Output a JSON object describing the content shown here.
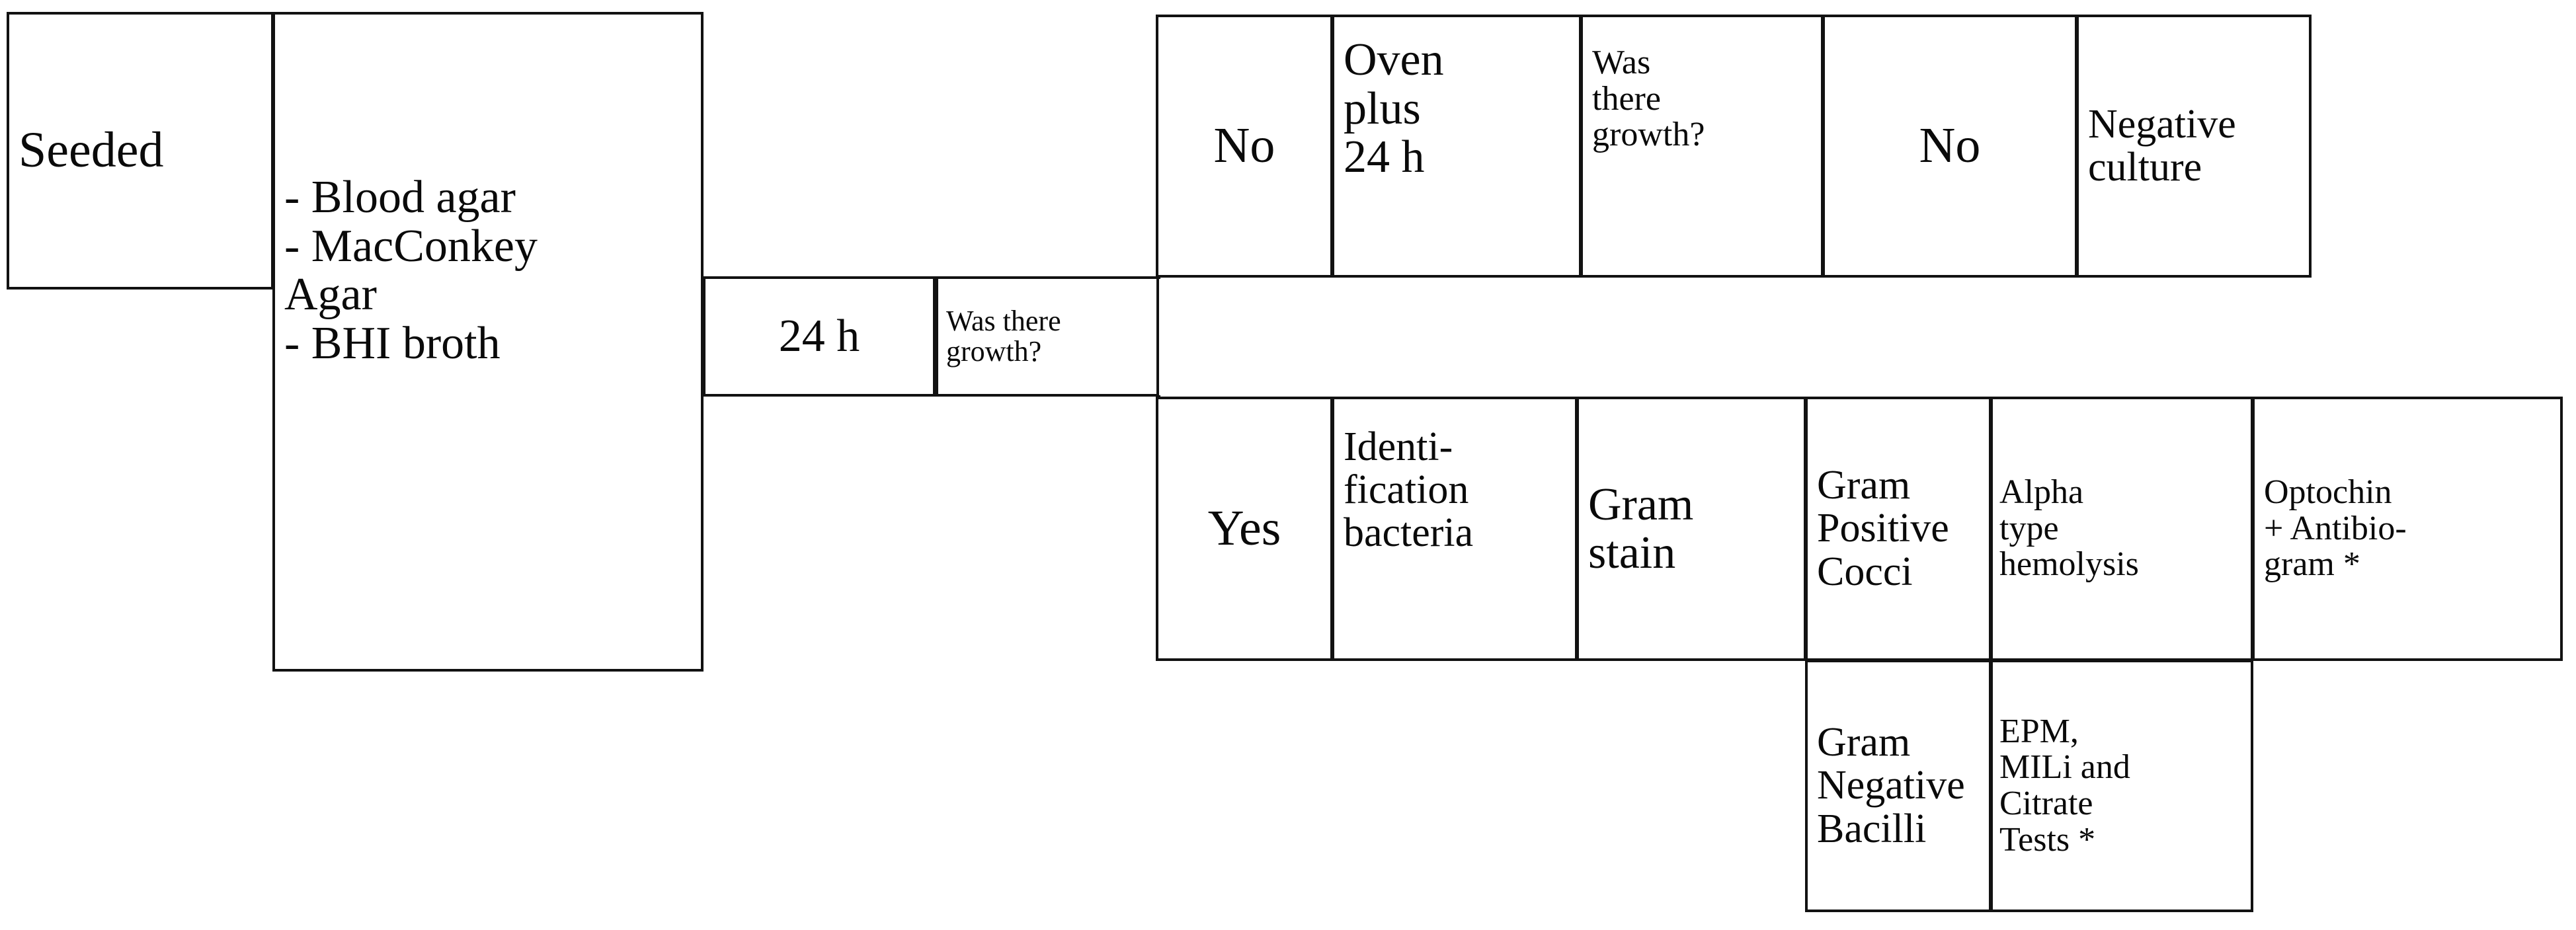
{
  "diagram": {
    "title": "Microbiological culture processing flowchart",
    "type": "flowchart",
    "line_color": "#121212",
    "background_color": "#ffffff",
    "nodes": {
      "seeded": {
        "label": "Seeded"
      },
      "media": {
        "label": "- Blood agar\n- MacConkey\n   Agar\n- BHI broth"
      },
      "incubation_24h": {
        "label": "24 h"
      },
      "growth_question_1": {
        "label": "Was there\ngrowth?"
      },
      "branch_no_1": {
        "label": "No"
      },
      "oven_plus_24h": {
        "label": "Oven\nplus\n24 h"
      },
      "growth_question_2": {
        "label": "Was\nthere\ngrowth?"
      },
      "branch_no_2": {
        "label": "No"
      },
      "negative_culture": {
        "label": "Negative\nculture"
      },
      "branch_yes": {
        "label": "Yes"
      },
      "identification_bacteria": {
        "label": "Identi-\nfication\nbacteria"
      },
      "gram_stain": {
        "label": "Gram\nstain"
      },
      "gram_positive_cocci": {
        "label": "Gram\nPositive\nCocci"
      },
      "alpha_hemolysis": {
        "label": "Alpha\ntype\nhemolysis"
      },
      "optochin_antibiogram": {
        "label": "Optochin\n+ Antibio-\ngram *"
      },
      "gram_negative_bacilli": {
        "label": "Gram\nNegative\nBacilli"
      },
      "epm_mili_citrate": {
        "label": "EPM,\nMILi and\nCitrate\nTests *"
      }
    }
  }
}
